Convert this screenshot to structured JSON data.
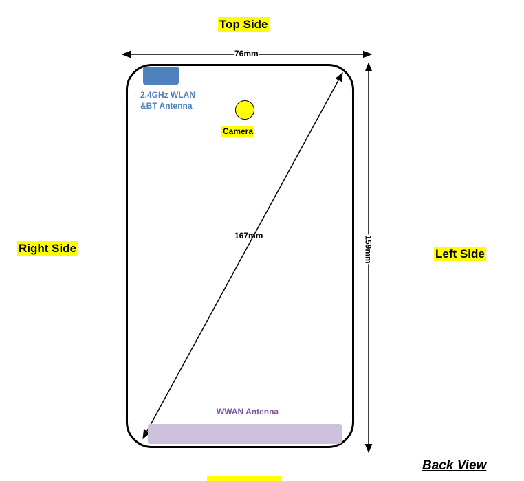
{
  "sides": {
    "top": "Top Side",
    "right": "Right Side",
    "left": "Left Side"
  },
  "dimensions": {
    "width": "76mm",
    "height": "159mm",
    "diagonal": "167mm"
  },
  "components": {
    "wlan_antenna": {
      "label": "2.4GHz WLAN\n&BT Antenna",
      "color": "#4f81bd"
    },
    "camera": {
      "label": "Camera",
      "color": "#ffff00"
    },
    "wwan_antenna": {
      "label": "WWAN Antenna",
      "color": "#ccc0da",
      "text_color": "#7f4f9f"
    }
  },
  "highlight_color": "#ffff00",
  "view_title": "Back View"
}
